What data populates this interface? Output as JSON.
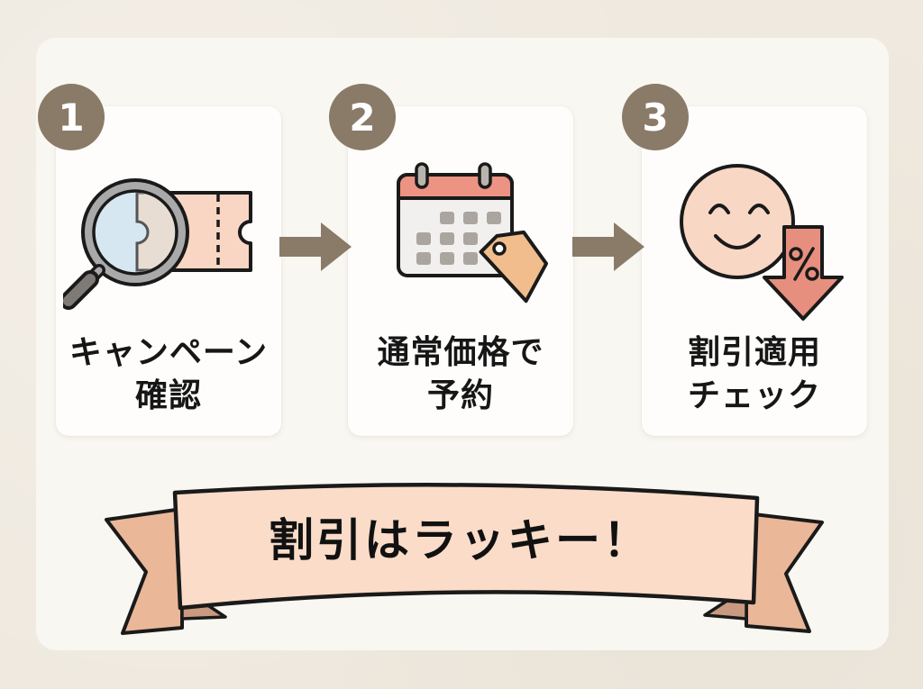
{
  "steps": [
    {
      "number": "1",
      "label_line1": "キャンペーン",
      "label_line2": "確認",
      "icon": "magnifier-ticket-icon"
    },
    {
      "number": "2",
      "label_line1": "通常価格で",
      "label_line2": "予約",
      "icon": "calendar-price-tag-icon"
    },
    {
      "number": "3",
      "label_line1": "割引適用",
      "label_line2": "チェック",
      "icon": "smiley-discount-arrow-icon"
    }
  ],
  "connectors": [
    "arrow-right-icon",
    "arrow-right-icon"
  ],
  "banner": {
    "text": "割引はラッキー！"
  },
  "colors": {
    "background": "#efe9df",
    "panel": "#f9f7f1",
    "card": "#fefdfb",
    "badge": "#8a7a68",
    "arrow": "#8a7a68",
    "ribbon_front": "#fbdcc8",
    "ribbon_back": "#eab798",
    "calendar_header": "#ec9383",
    "price_tag": "#f2bd8c",
    "discount_arrow": "#e78f7f",
    "smiley_face": "#f8d7c5",
    "ticket": "#f9d6c4",
    "lens": "#d6e7f1"
  }
}
